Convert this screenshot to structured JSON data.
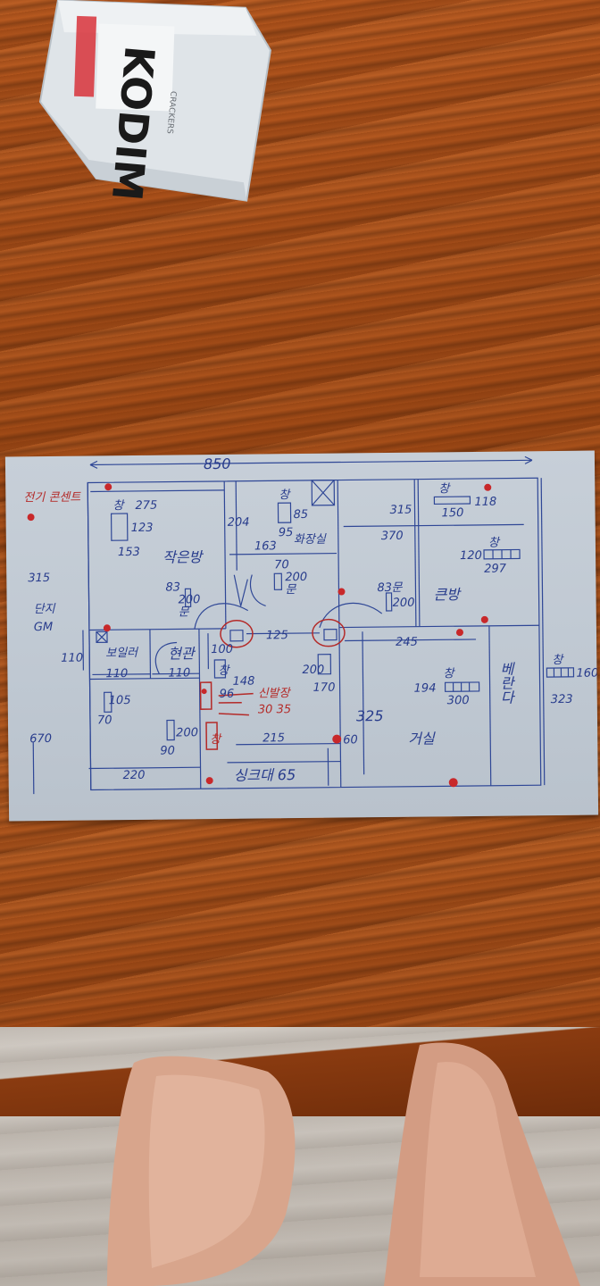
{
  "scene": {
    "snack_package": {
      "brand_text": "KODIM",
      "side_text": "CRACKERS"
    }
  },
  "plan": {
    "total_width": "850",
    "outlet_note": "전기 콘센트",
    "breaker_label": "단지",
    "breaker_sub": "GM",
    "rooms": {
      "small_room": "작은방",
      "bathroom": "화장실",
      "big_room": "큰방",
      "boiler": "보일러",
      "entrance": "현관",
      "living_room": "거실",
      "veranda": "베란다",
      "shoe_cabinet": "신발장",
      "shoe_cabinet_dims": "30 35",
      "window_red": "창",
      "sink": "싱크대 65"
    },
    "dims": {
      "d275": "275",
      "d315_left": "315",
      "d153": "153",
      "d123": "123",
      "d204": "204",
      "d163": "163",
      "d85": "85",
      "d95": "95",
      "d70_door": "70",
      "d200_door": "200",
      "door_label": "문",
      "d83": "83",
      "d200": "200",
      "d315_top": "315",
      "d370": "370",
      "d150": "150",
      "d118": "118",
      "d120": "120",
      "d297": "297",
      "d83_right": "83",
      "door_right": "문",
      "d200_right": "200",
      "d110": "110",
      "d110b": "110",
      "d110c": "110",
      "d100": "100",
      "d125": "125",
      "d245": "245",
      "d148": "148",
      "d96": "96",
      "d200b": "200",
      "d170": "170",
      "d105": "105",
      "d70": "70",
      "d200c": "200",
      "d90": "90",
      "d194": "194",
      "d300": "300",
      "d160": "160",
      "d323": "323",
      "d670": "670",
      "d220": "220",
      "d215": "215",
      "d60": "60",
      "d325": "325"
    },
    "window_mark": "창"
  }
}
